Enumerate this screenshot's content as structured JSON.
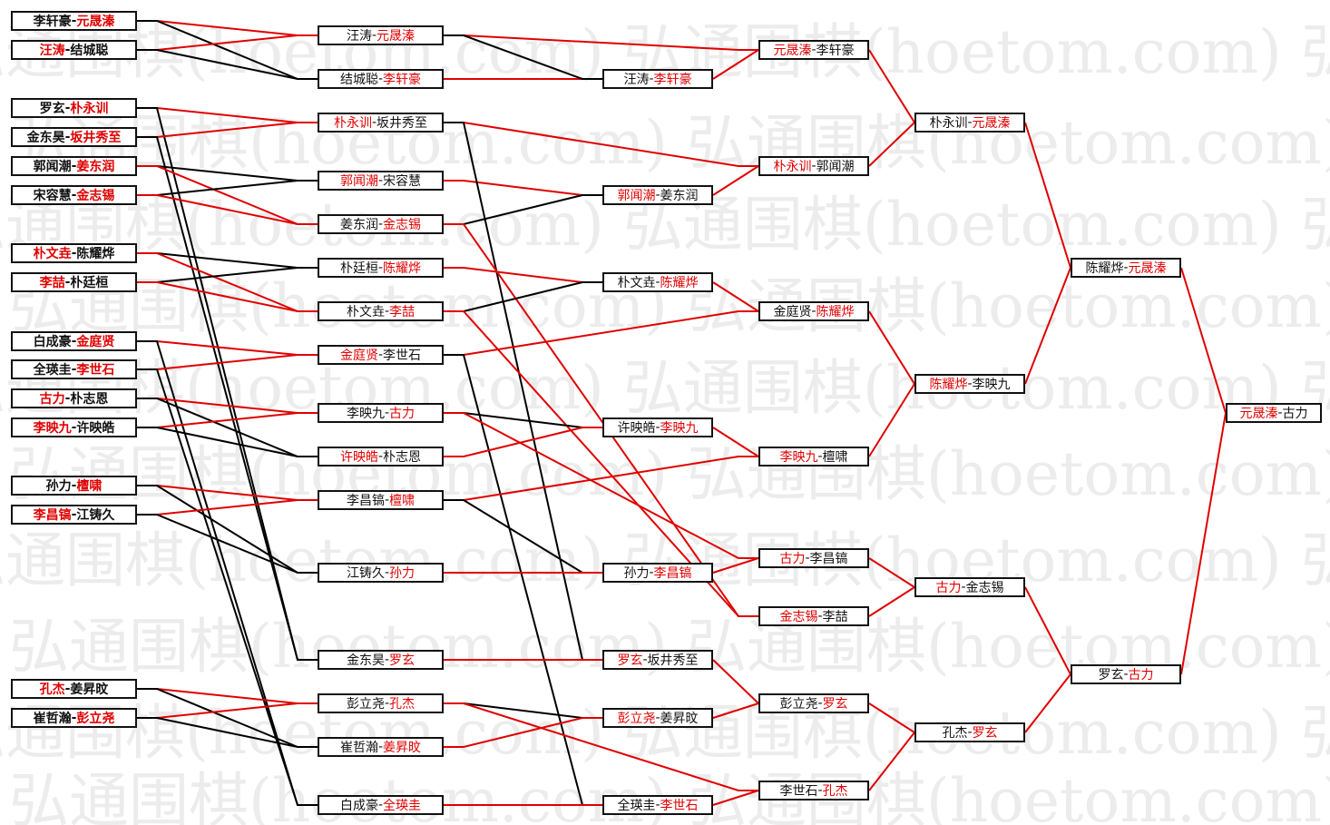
{
  "watermark": "弘通围棋(hoetom.com)",
  "colors": {
    "winner": "#e00000",
    "line_win": "#e00000",
    "line_loss": "#000000",
    "watermark": "#ececec"
  },
  "rounds": [
    {
      "matches": [
        {
          "id": "r0m0",
          "p1": "李轩豪",
          "p2": "元晟溱",
          "winner": 2
        },
        {
          "id": "r0m1",
          "p1": "汪涛",
          "p2": "结城聪",
          "winner": 1
        },
        {
          "id": "r0m2",
          "p1": "罗玄",
          "p2": "朴永训",
          "winner": 2
        },
        {
          "id": "r0m3",
          "p1": "金东昊",
          "p2": "坂井秀至",
          "winner": 2
        },
        {
          "id": "r0m4",
          "p1": "郭闻潮",
          "p2": "姜东润",
          "winner": 2
        },
        {
          "id": "r0m5",
          "p1": "宋容慧",
          "p2": "金志锡",
          "winner": 2
        },
        {
          "id": "r0m6",
          "p1": "朴文垚",
          "p2": "陈耀烨",
          "winner": 1
        },
        {
          "id": "r0m7",
          "p1": "李喆",
          "p2": "朴廷桓",
          "winner": 1
        },
        {
          "id": "r0m8",
          "p1": "白成豪",
          "p2": "金庭贤",
          "winner": 2
        },
        {
          "id": "r0m9",
          "p1": "全瑛圭",
          "p2": "李世石",
          "winner": 2
        },
        {
          "id": "r0m10",
          "p1": "古力",
          "p2": "朴志恩",
          "winner": 1
        },
        {
          "id": "r0m11",
          "p1": "李映九",
          "p2": "许映皓",
          "winner": 1
        },
        {
          "id": "r0m12",
          "p1": "孙力",
          "p2": "檀啸",
          "winner": 2
        },
        {
          "id": "r0m13",
          "p1": "李昌镐",
          "p2": "江铸久",
          "winner": 1
        },
        {
          "id": "r0m14",
          "p1": "孔杰",
          "p2": "姜昇旼",
          "winner": 1
        },
        {
          "id": "r0m15",
          "p1": "崔哲瀚",
          "p2": "彭立尧",
          "winner": 2
        }
      ]
    },
    {
      "matches": [
        {
          "id": "r1m0",
          "p1": "汪涛",
          "p2": "元晟溱",
          "winner": 2
        },
        {
          "id": "r1m1",
          "p1": "结城聪",
          "p2": "李轩豪",
          "winner": 2
        },
        {
          "id": "r1m2",
          "p1": "朴永训",
          "p2": "坂井秀至",
          "winner": 1
        },
        {
          "id": "r1m3",
          "p1": "郭闻潮",
          "p2": "宋容慧",
          "winner": 1
        },
        {
          "id": "r1m4",
          "p1": "姜东润",
          "p2": "金志锡",
          "winner": 2
        },
        {
          "id": "r1m5",
          "p1": "朴廷桓",
          "p2": "陈耀烨",
          "winner": 2
        },
        {
          "id": "r1m6",
          "p1": "朴文垚",
          "p2": "李喆",
          "winner": 2
        },
        {
          "id": "r1m7",
          "p1": "金庭贤",
          "p2": "李世石",
          "winner": 1
        },
        {
          "id": "r1m8",
          "p1": "李映九",
          "p2": "古力",
          "winner": 2
        },
        {
          "id": "r1m9",
          "p1": "许映皓",
          "p2": "朴志恩",
          "winner": 1
        },
        {
          "id": "r1m10",
          "p1": "李昌镐",
          "p2": "檀啸",
          "winner": 2
        },
        {
          "id": "r1m11",
          "p1": "江铸久",
          "p2": "孙力",
          "winner": 2
        },
        {
          "id": "r1m12",
          "p1": "金东昊",
          "p2": "罗玄",
          "winner": 2
        },
        {
          "id": "r1m13",
          "p1": "彭立尧",
          "p2": "孔杰",
          "winner": 2
        },
        {
          "id": "r1m14",
          "p1": "崔哲瀚",
          "p2": "姜昇旼",
          "winner": 2
        },
        {
          "id": "r1m15",
          "p1": "白成豪",
          "p2": "全瑛圭",
          "winner": 2
        }
      ]
    },
    {
      "matches": [
        {
          "id": "r2m0",
          "p1": "汪涛",
          "p2": "李轩豪",
          "winner": 2
        },
        {
          "id": "r2m1",
          "p1": "郭闻潮",
          "p2": "姜东润",
          "winner": 1
        },
        {
          "id": "r2m2",
          "p1": "朴文垚",
          "p2": "陈耀烨",
          "winner": 2
        },
        {
          "id": "r2m3",
          "p1": "许映皓",
          "p2": "李映九",
          "winner": 2
        },
        {
          "id": "r2m4",
          "p1": "孙力",
          "p2": "李昌镐",
          "winner": 2
        },
        {
          "id": "r2m5",
          "p1": "罗玄",
          "p2": "坂井秀至",
          "winner": 1
        },
        {
          "id": "r2m6",
          "p1": "彭立尧",
          "p2": "姜昇旼",
          "winner": 1
        },
        {
          "id": "r2m7",
          "p1": "全瑛圭",
          "p2": "李世石",
          "winner": 2
        }
      ]
    },
    {
      "matches": [
        {
          "id": "r3m0",
          "p1": "元晟溱",
          "p2": "李轩豪",
          "winner": 1
        },
        {
          "id": "r3m1",
          "p1": "朴永训",
          "p2": "郭闻潮",
          "winner": 1
        },
        {
          "id": "r3m2",
          "p1": "金庭贤",
          "p2": "陈耀烨",
          "winner": 2
        },
        {
          "id": "r3m3",
          "p1": "李映九",
          "p2": "檀啸",
          "winner": 1
        },
        {
          "id": "r3m4",
          "p1": "古力",
          "p2": "李昌镐",
          "winner": 1
        },
        {
          "id": "r3m5",
          "p1": "金志锡",
          "p2": "李喆",
          "winner": 1
        },
        {
          "id": "r3m6",
          "p1": "彭立尧",
          "p2": "罗玄",
          "winner": 2
        },
        {
          "id": "r3m7",
          "p1": "李世石",
          "p2": "孔杰",
          "winner": 2
        }
      ]
    },
    {
      "matches": [
        {
          "id": "r4m0",
          "p1": "朴永训",
          "p2": "元晟溱",
          "winner": 2
        },
        {
          "id": "r4m1",
          "p1": "陈耀烨",
          "p2": "李映九",
          "winner": 1
        },
        {
          "id": "r4m2",
          "p1": "古力",
          "p2": "金志锡",
          "winner": 1
        },
        {
          "id": "r4m3",
          "p1": "孔杰",
          "p2": "罗玄",
          "winner": 2
        }
      ]
    },
    {
      "matches": [
        {
          "id": "r5m0",
          "p1": "陈耀烨",
          "p2": "元晟溱",
          "winner": 2
        },
        {
          "id": "r5m1",
          "p1": "罗玄",
          "p2": "古力",
          "winner": 2
        }
      ]
    },
    {
      "matches": [
        {
          "id": "r6m0",
          "p1": "元晟溱",
          "p2": "古力",
          "winner": 1
        }
      ]
    }
  ],
  "links": [
    {
      "from": "r0m0",
      "to": "r1m0",
      "win": true
    },
    {
      "from": "r0m0",
      "to": "r1m1",
      "win": false
    },
    {
      "from": "r0m1",
      "to": "r1m0",
      "win": true
    },
    {
      "from": "r0m1",
      "to": "r1m1",
      "win": false
    },
    {
      "from": "r0m2",
      "to": "r1m2",
      "win": true
    },
    {
      "from": "r0m2",
      "to": "r1m12",
      "win": false
    },
    {
      "from": "r0m3",
      "to": "r1m2",
      "win": true
    },
    {
      "from": "r0m3",
      "to": "r1m12",
      "win": false
    },
    {
      "from": "r0m4",
      "to": "r1m3",
      "win": false
    },
    {
      "from": "r0m4",
      "to": "r1m4",
      "win": true
    },
    {
      "from": "r0m5",
      "to": "r1m3",
      "win": false
    },
    {
      "from": "r0m5",
      "to": "r1m4",
      "win": true
    },
    {
      "from": "r0m6",
      "to": "r1m5",
      "win": false
    },
    {
      "from": "r0m6",
      "to": "r1m6",
      "win": true
    },
    {
      "from": "r0m7",
      "to": "r1m5",
      "win": false
    },
    {
      "from": "r0m7",
      "to": "r1m6",
      "win": true
    },
    {
      "from": "r0m8",
      "to": "r1m7",
      "win": true
    },
    {
      "from": "r0m8",
      "to": "r1m15",
      "win": false
    },
    {
      "from": "r0m9",
      "to": "r1m7",
      "win": true
    },
    {
      "from": "r0m9",
      "to": "r1m15",
      "win": false
    },
    {
      "from": "r0m10",
      "to": "r1m8",
      "win": true
    },
    {
      "from": "r0m10",
      "to": "r1m9",
      "win": false
    },
    {
      "from": "r0m11",
      "to": "r1m8",
      "win": true
    },
    {
      "from": "r0m11",
      "to": "r1m9",
      "win": false
    },
    {
      "from": "r0m12",
      "to": "r1m10",
      "win": true
    },
    {
      "from": "r0m12",
      "to": "r1m11",
      "win": false
    },
    {
      "from": "r0m13",
      "to": "r1m10",
      "win": true
    },
    {
      "from": "r0m13",
      "to": "r1m11",
      "win": false
    },
    {
      "from": "r0m14",
      "to": "r1m13",
      "win": true
    },
    {
      "from": "r0m14",
      "to": "r1m14",
      "win": false
    },
    {
      "from": "r0m15",
      "to": "r1m13",
      "win": true
    },
    {
      "from": "r0m15",
      "to": "r1m14",
      "win": false
    },
    {
      "from": "r1m0",
      "to": "r3m0",
      "win": true
    },
    {
      "from": "r1m1",
      "to": "r2m0",
      "win": true
    },
    {
      "from": "r1m0",
      "to": "r2m0",
      "win": false
    },
    {
      "from": "r1m2",
      "to": "r3m1",
      "win": true
    },
    {
      "from": "r1m3",
      "to": "r2m1",
      "win": true
    },
    {
      "from": "r1m2",
      "to": "r2m5",
      "win": false
    },
    {
      "from": "r1m4",
      "to": "r2m1",
      "win": false
    },
    {
      "from": "r1m4",
      "to": "r3m5",
      "win": true
    },
    {
      "from": "r1m5",
      "to": "r2m2",
      "win": true
    },
    {
      "from": "r1m6",
      "to": "r2m2",
      "win": false
    },
    {
      "from": "r1m6",
      "to": "r3m5",
      "win": true
    },
    {
      "from": "r1m7",
      "to": "r3m2",
      "win": true
    },
    {
      "from": "r1m7",
      "to": "r2m7",
      "win": false
    },
    {
      "from": "r1m8",
      "to": "r2m3",
      "win": false
    },
    {
      "from": "r1m8",
      "to": "r3m4",
      "win": true
    },
    {
      "from": "r1m9",
      "to": "r2m3",
      "win": true
    },
    {
      "from": "r1m10",
      "to": "r3m3",
      "win": true
    },
    {
      "from": "r1m10",
      "to": "r2m4",
      "win": false
    },
    {
      "from": "r1m11",
      "to": "r2m4",
      "win": true
    },
    {
      "from": "r1m12",
      "to": "r2m5",
      "win": true
    },
    {
      "from": "r1m13",
      "to": "r2m6",
      "win": false
    },
    {
      "from": "r1m13",
      "to": "r3m7",
      "win": true
    },
    {
      "from": "r1m14",
      "to": "r2m6",
      "win": true
    },
    {
      "from": "r1m15",
      "to": "r2m7",
      "win": true
    },
    {
      "from": "r2m0",
      "to": "r3m0",
      "win": true
    },
    {
      "from": "r2m1",
      "to": "r3m1",
      "win": true
    },
    {
      "from": "r2m2",
      "to": "r3m2",
      "win": true
    },
    {
      "from": "r2m3",
      "to": "r3m3",
      "win": true
    },
    {
      "from": "r2m4",
      "to": "r3m4",
      "win": true
    },
    {
      "from": "r2m5",
      "to": "r3m6",
      "win": true
    },
    {
      "from": "r2m6",
      "to": "r3m6",
      "win": true
    },
    {
      "from": "r2m7",
      "to": "r3m7",
      "win": true
    },
    {
      "from": "r3m0",
      "to": "r4m0",
      "win": true
    },
    {
      "from": "r3m1",
      "to": "r4m0",
      "win": true
    },
    {
      "from": "r3m2",
      "to": "r4m1",
      "win": true
    },
    {
      "from": "r3m3",
      "to": "r4m1",
      "win": true
    },
    {
      "from": "r3m4",
      "to": "r4m2",
      "win": true
    },
    {
      "from": "r3m5",
      "to": "r4m2",
      "win": true
    },
    {
      "from": "r3m6",
      "to": "r4m3",
      "win": true
    },
    {
      "from": "r3m7",
      "to": "r4m3",
      "win": true
    },
    {
      "from": "r4m0",
      "to": "r5m0",
      "win": true
    },
    {
      "from": "r4m1",
      "to": "r5m0",
      "win": true
    },
    {
      "from": "r4m2",
      "to": "r5m1",
      "win": true
    },
    {
      "from": "r4m3",
      "to": "r5m1",
      "win": true
    },
    {
      "from": "r5m0",
      "to": "r6m0",
      "win": true
    },
    {
      "from": "r5m1",
      "to": "r6m0",
      "win": true
    }
  ]
}
